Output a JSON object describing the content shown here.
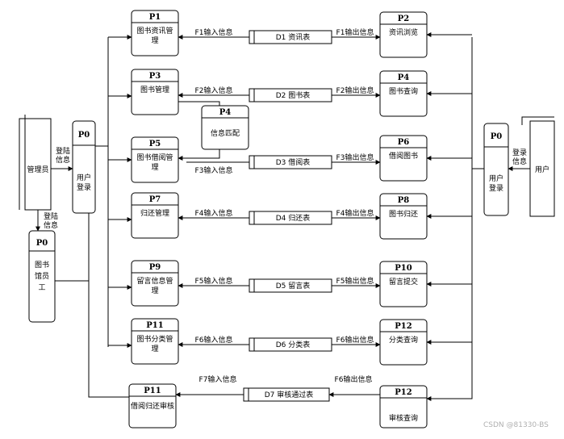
{
  "entities": {
    "admin": "管理员",
    "user": "用户",
    "staff": "图书馆员工"
  },
  "login_processes": {
    "left": {
      "num": "P0",
      "label": "用户登录"
    },
    "right": {
      "num": "P0",
      "label": "用户登录"
    },
    "staff": {
      "num": "P0"
    }
  },
  "process_defs": [
    {
      "num": "P1",
      "label": "图书资讯管理"
    },
    {
      "num": "P3",
      "label": "图书管理"
    },
    {
      "num": "P5",
      "label": "图书借阅管理"
    },
    {
      "num": "P7",
      "label": "归还管理"
    },
    {
      "num": "P9",
      "label": "留言信息管理"
    },
    {
      "num": "P11",
      "label": "图书分类管理"
    },
    {
      "num": "P11",
      "label": "借阅归还审核"
    },
    {
      "num": "P2",
      "label": "资讯浏览"
    },
    {
      "num": "P4",
      "label": "图书查询"
    },
    {
      "num": "P6",
      "label": "借阅图书"
    },
    {
      "num": "P8",
      "label": "图书归还"
    },
    {
      "num": "P10",
      "label": "留言提交"
    },
    {
      "num": "P12",
      "label": "分类查询"
    },
    {
      "num": "P12",
      "label": "审核查询"
    },
    {
      "num": "P4",
      "label": "信息匹配"
    }
  ],
  "stores": [
    "D1 资讯表",
    "D2 图书表",
    "D3 借阅表",
    "D4 归还表",
    "D5 留言表",
    "D6 分类表",
    "D7 审核通过表"
  ],
  "flows": {
    "left": [
      "F1输入信息",
      "F2输入信息",
      "F3输入信息",
      "F4输入信息",
      "F5输入信息",
      "F6输入信息",
      "F7输入信息"
    ],
    "right": [
      "F1输出信息",
      "F2输出信息",
      "F3输出信息",
      "F4输出信息",
      "F5输出信息",
      "F6输出信息",
      "F6输出信息"
    ],
    "login": [
      "登陆信息",
      "登陆信息",
      "登录信息"
    ]
  },
  "watermark": "CSDN @81330-BS"
}
